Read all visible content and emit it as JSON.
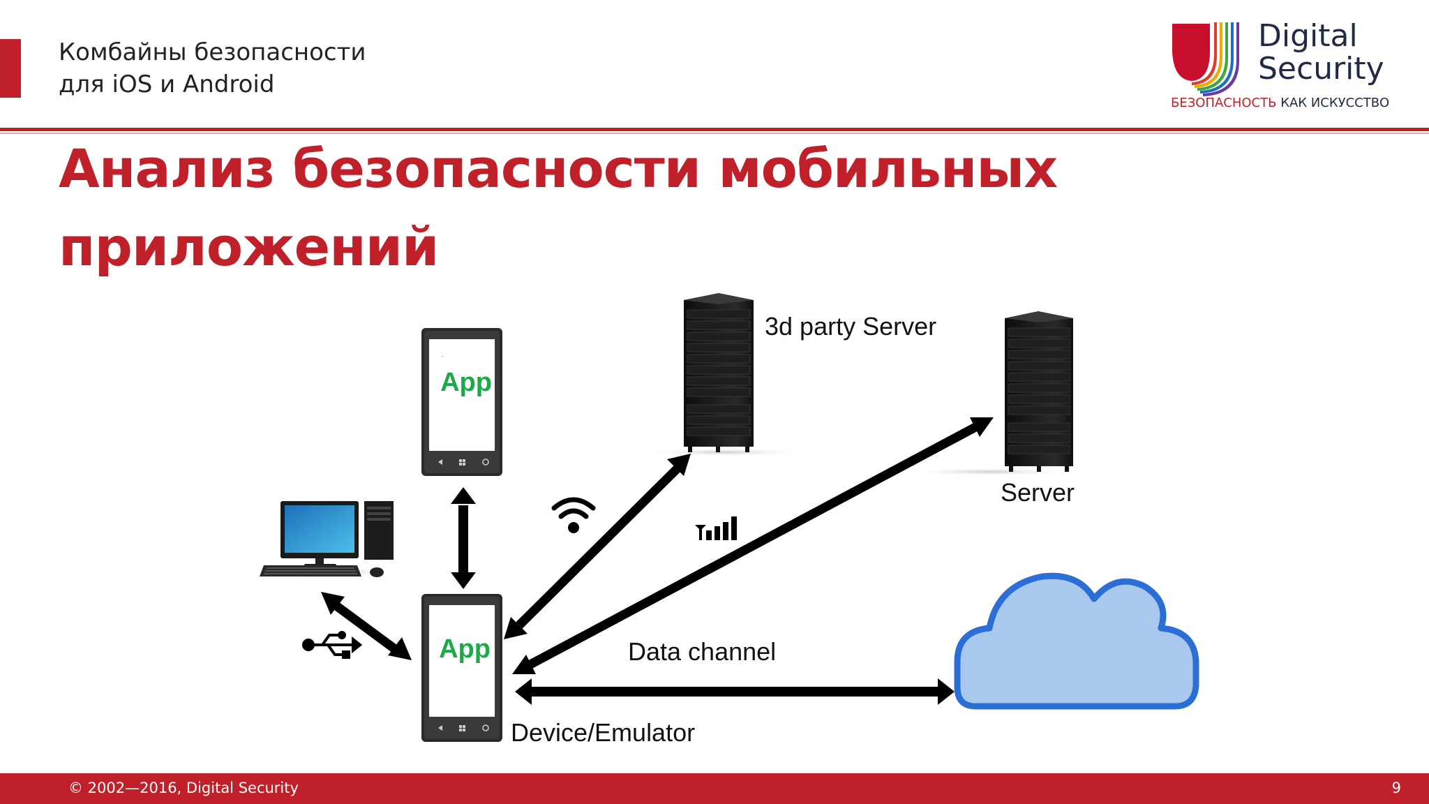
{
  "header": {
    "subtitle_line1": "Комбайны безопасности",
    "subtitle_line2": "для iOS и Android"
  },
  "logo": {
    "name_line1": "Digital",
    "name_line2": "Security",
    "tagline_accent": "БЕЗОПАСНОСТЬ",
    "tagline_rest": " КАК ИСКУССТВО",
    "colors": {
      "red": "#c8102e",
      "stripes": [
        "#e03a2b",
        "#f2a900",
        "#3ea83b",
        "#1f6fc1",
        "#6a3aa0"
      ]
    }
  },
  "title": {
    "line1": "Анализ безопасности мобильных",
    "line2": "приложений"
  },
  "diagram": {
    "app_label_top": "App",
    "app_label_device": "App",
    "third_party_server_label": "3d party Server",
    "server_label": "Server",
    "data_channel_label": "Data channel",
    "device_label": "Device/Emulator",
    "icons": [
      "phone-icon",
      "desktop-computer-icon",
      "server-rack-icon",
      "cloud-icon",
      "wifi-icon",
      "cellular-signal-icon",
      "usb-icon"
    ],
    "colors": {
      "app_text": "#1aab46",
      "arrow": "#000000",
      "cloud_fill": "#a9c8ee",
      "cloud_stroke": "#2b6fd6"
    }
  },
  "footer": {
    "copyright": "© 2002—2016,  Digital Security",
    "page_number": "9",
    "color": "#c0202a"
  }
}
